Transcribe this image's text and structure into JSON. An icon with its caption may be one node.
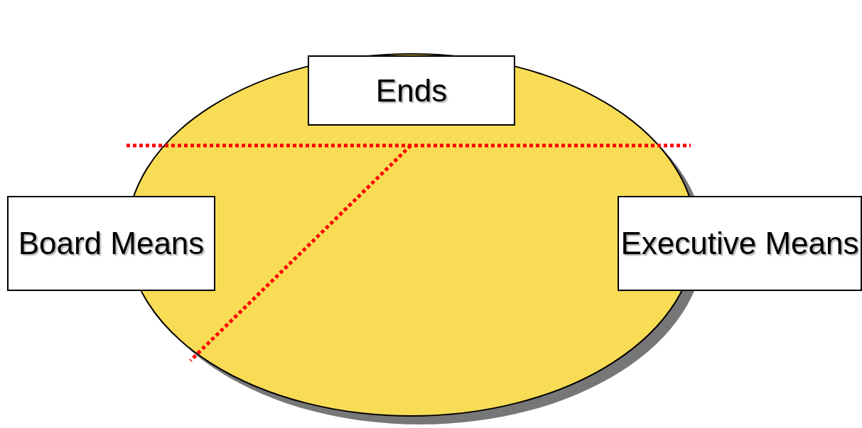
{
  "diagram": {
    "nodes": [
      {
        "text": [],
        "shape": "ellipse"
      },
      {
        "text": [
          "Ends"
        ],
        "in": 0
      },
      {
        "text": [
          "Board Means"
        ]
      },
      {
        "text": [
          "Executive Means"
        ]
      }
    ]
  }
}
